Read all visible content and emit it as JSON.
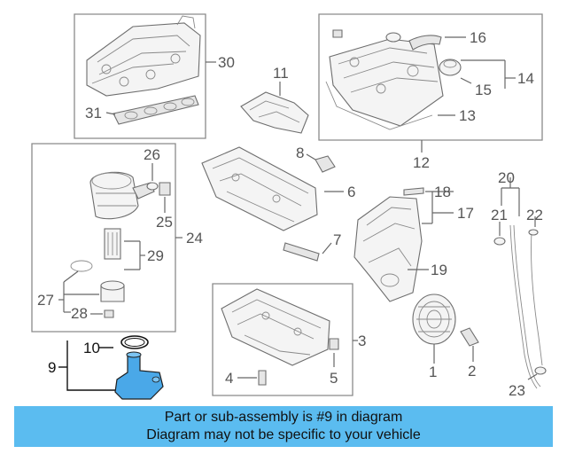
{
  "callouts": {
    "c1": "1",
    "c2": "2",
    "c3": "3",
    "c4": "4",
    "c5": "5",
    "c6": "6",
    "c7": "7",
    "c8": "8",
    "c9": "9",
    "c10": "10",
    "c11": "11",
    "c12": "12",
    "c13": "13",
    "c14": "14",
    "c15": "15",
    "c16": "16",
    "c17": "17",
    "c18": "18",
    "c19": "19",
    "c20": "20",
    "c21": "21",
    "c22": "22",
    "c23": "23",
    "c24": "24",
    "c25": "25",
    "c26": "26",
    "c27": "27",
    "c28": "28",
    "c29": "29",
    "c30": "30",
    "c31": "31"
  },
  "highlight": {
    "part_number": "9",
    "color": "#5bbcf0",
    "part_fill": "#4aa8e8"
  },
  "banner": {
    "line1": "Part or sub-assembly is #9 in diagram",
    "line2": "Diagram may not be specific to your vehicle"
  }
}
